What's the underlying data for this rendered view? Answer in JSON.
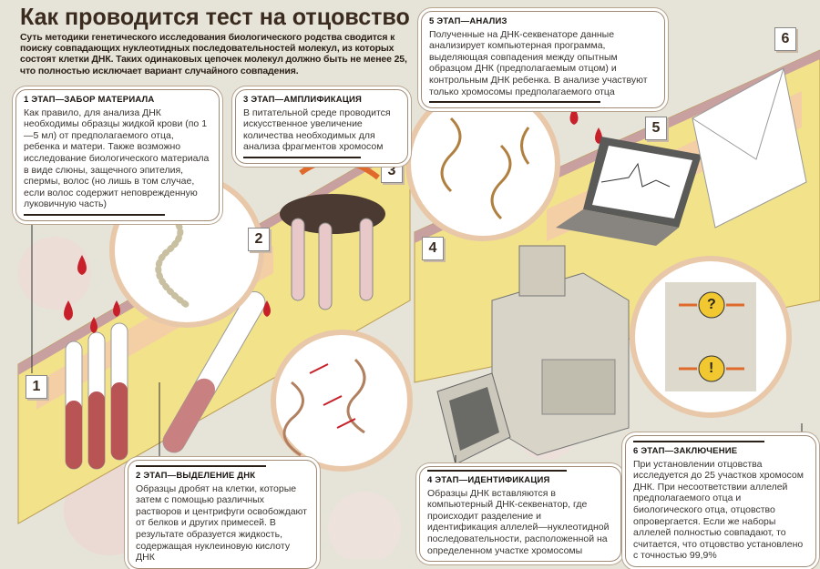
{
  "header": {
    "title": "Как проводится тест на отцовство",
    "lead": "Суть методики генетического исследования биологического родства сводится к поиску совпадающих нуклеотидных последовательностей молекул, из которых состоят клетки ДНК. Таких одинаковых цепочек молекул должно быть не менее 25, что полностью исключает вариант случайного совпадения."
  },
  "stages": [
    {
      "number": "1",
      "title": "1 ЭТАП—ЗАБОР МАТЕРИАЛА",
      "text": "Как правило, для анализа ДНК необходимы образцы жидкой крови (по 1—5 мл) от предполагаемого отца, ребенка и матери. Также возможно исследование биологического материала в виде слюны, защечного эпителия, спермы, волос (но лишь в том случае, если волос содержит неповрежденную луковичную часть)"
    },
    {
      "number": "2",
      "title": "2 ЭТАП—ВЫДЕЛЕНИЕ ДНК",
      "text": "Образцы дробят на клетки, которые затем с помощью различных растворов и центрифуги освобождают от белков и других примесей. В результате образуется жидкость, содержащая нуклеиновую кислоту ДНК"
    },
    {
      "number": "3",
      "title": "3 ЭТАП—АМПЛИФИКАЦИЯ",
      "text": "В питательной среде проводится искусственное увеличение количества необходимых для анализа фрагментов хромосом"
    },
    {
      "number": "4",
      "title": "4 ЭТАП—ИДЕНТИФИКАЦИЯ",
      "text": "Образцы ДНК вставляются в компьютерный ДНК-секвенатор, где происходит разделение и идентификация аллелей—нуклеотидной последовательности, расположенной на определенном участке хромосомы"
    },
    {
      "number": "5",
      "title": "5 ЭТАП—АНАЛИЗ",
      "text": "Полученные на ДНК-секвенаторе данные анализирует компьютерная программа, выделяющая совпадения между опытным образцом ДНК (предполагаемым отцом) и контрольным ДНК ребенка. В анализе участвуют только хромосомы предполагаемого отца"
    },
    {
      "number": "6",
      "title": "6 ЭТАП—ЗАКЛЮЧЕНИЕ",
      "text": "При установлении отцовства исследуется до 25 участков хромосом ДНК. При несоответствии аллелей предполагаемого отца и биологического отца, отцовство опровергается. Если же наборы аллелей полностью совпадают, то считается, что отцовство установлено с точностью 99,9%"
    }
  ],
  "result_marks": {
    "question": "?",
    "exclamation": "!"
  },
  "colors": {
    "background": "#e6e4d8",
    "wall": "#f2e28a",
    "blood": "#c8202a",
    "accent": "#e06a2c",
    "text": "#3b2b1f"
  }
}
